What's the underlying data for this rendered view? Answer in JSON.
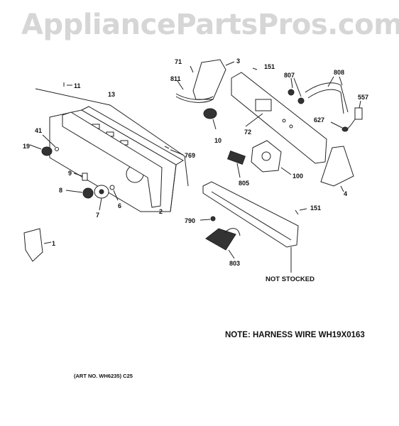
{
  "watermark": "AppliancePartsPros.com",
  "callouts": {
    "p71": "71",
    "p3": "3",
    "p151a": "151",
    "p807": "807",
    "p808": "808",
    "p811": "811",
    "p557": "557",
    "p627": "627",
    "p72": "72",
    "p10": "10",
    "p11": "11",
    "p13": "13",
    "p41": "41",
    "p19": "19",
    "p769": "769",
    "p9": "9",
    "p8": "8",
    "p6": "6",
    "p7": "7",
    "p2": "2",
    "p805": "805",
    "p100": "100",
    "p4": "4",
    "p151b": "151",
    "p790": "790",
    "p803": "803",
    "p1": "1"
  },
  "not_stocked": "NOT STOCKED",
  "note": "NOTE: HARNESS WIRE WH19X0163",
  "art_no": "(ART NO. WH6235) C25"
}
